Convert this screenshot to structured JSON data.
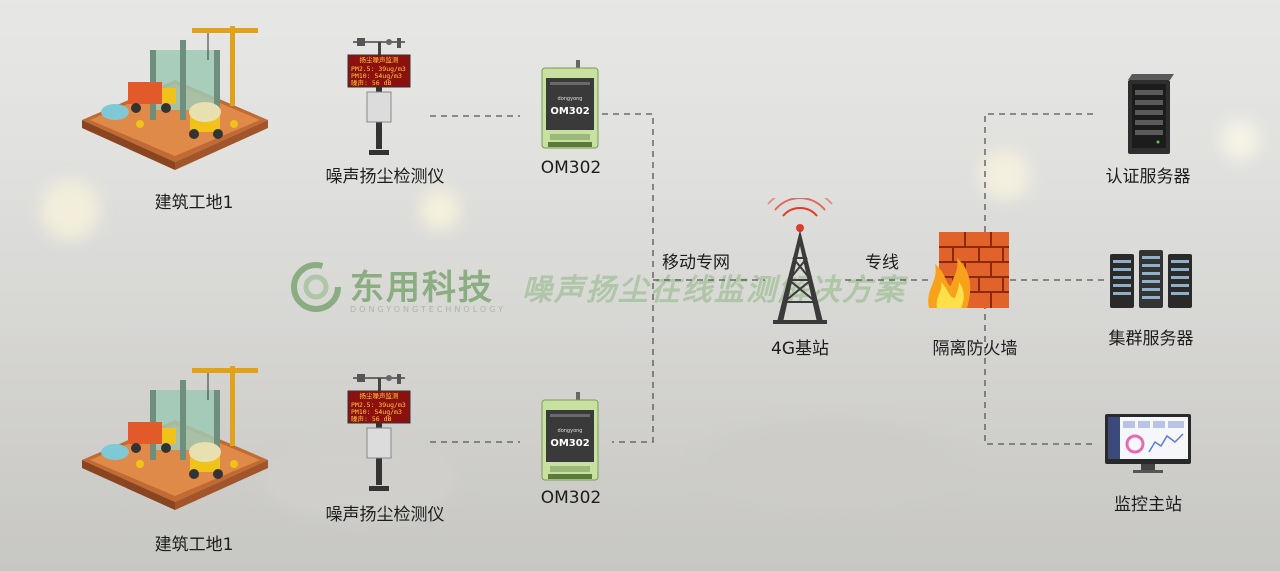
{
  "watermark": {
    "brand": "东用科技",
    "sub": "DONGYONGTECHNOLOGY",
    "slogan": "噪声扬尘在线监测解决方案"
  },
  "nodes": {
    "site_top": "建筑工地1",
    "site_bottom": "建筑工地1",
    "monitor_top": "噪声扬尘检测仪",
    "monitor_bottom": "噪声扬尘检测仪",
    "om_top": "OM302",
    "om_bottom": "OM302",
    "tower": "4G基站",
    "firewall": "隔离防火墙",
    "auth_server": "认证服务器",
    "cluster_server": "集群服务器",
    "monitor_station": "监控主站"
  },
  "links": {
    "mobile_net": "移动专网",
    "dedicated_line": "专线"
  },
  "sign": {
    "title": "扬尘噪声监测",
    "row1": "PM2.5: 39ug/m3",
    "row2": "PM10: 54ug/m3",
    "row3": "噪声: 56 dB"
  },
  "device": {
    "model": "OM302"
  },
  "colors": {
    "brand": "#4a8a3c",
    "firewall": "#e2632a",
    "device": "#c8e0a0",
    "sign_bg": "#8c1010",
    "link": "#555555"
  }
}
